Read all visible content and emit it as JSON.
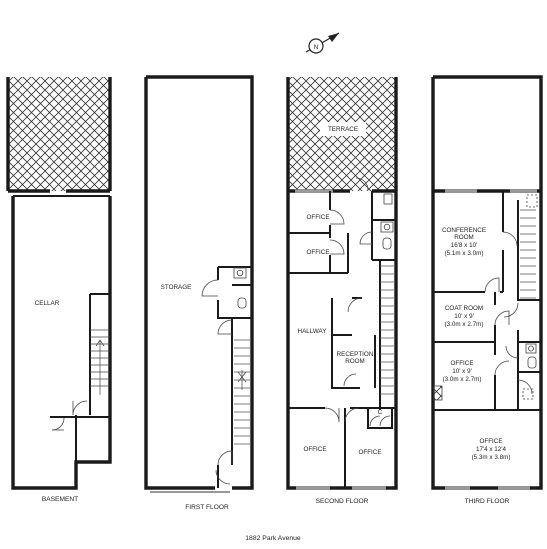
{
  "title": "1882 Park Avenue",
  "floors": {
    "basement": "BASEMENT",
    "first": "FIRST FLOOR",
    "second": "SECOND FLOOR",
    "third": "THIRD FLOOR"
  },
  "rooms": {
    "basement": {
      "cellar": "CELLAR"
    },
    "first": {
      "storage": "STORAGE"
    },
    "second": {
      "terrace": "TERRACE",
      "office_a": "OFFICE",
      "office_b": "OFFICE",
      "hallway": "HALLWAY",
      "reception_1": "RECEPTION",
      "reception_2": "ROOM",
      "office_c": "OFFICE",
      "office_d": "OFFICE"
    },
    "third": {
      "conference_1": "CONFERENCE",
      "conference_2": "ROOM",
      "conference_dim_ft": "16'8 x 10'",
      "conference_dim_m": "(5.1m x 3.0m)",
      "coat_room": "COAT ROOM",
      "coat_dim_ft": "10' x 9'",
      "coat_dim_m": "(3.0m x 2.7m)",
      "office_small": "OFFICE",
      "office_small_dim_ft": "10' x 9'",
      "office_small_dim_m": "(3.0m x 2.7m)",
      "office_large": "OFFICE",
      "office_large_dim_ft": "17'4 x 12'4",
      "office_large_dim_m": "(5.3m x 3.8m)"
    }
  },
  "closet_mark": "C",
  "compass_mark": "N",
  "colors": {
    "wall": "#1a1a1a",
    "window": "#9a9a9a",
    "hatch": "#333333"
  }
}
